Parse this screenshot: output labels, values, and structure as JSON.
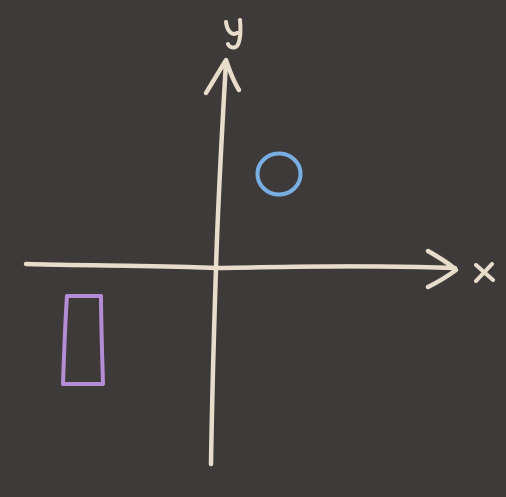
{
  "canvas": {
    "background": "#3d3a39"
  },
  "colors": {
    "stroke": "#e8dccb",
    "circle": "#78aee2",
    "rectangle": "#b58dd6"
  },
  "axes": {
    "x_label": "x",
    "y_label": "y"
  },
  "shapes": [
    {
      "kind": "circle",
      "quadrant": "I",
      "color": "#78aee2"
    },
    {
      "kind": "rectangle",
      "quadrant": "III",
      "color": "#b58dd6"
    }
  ]
}
